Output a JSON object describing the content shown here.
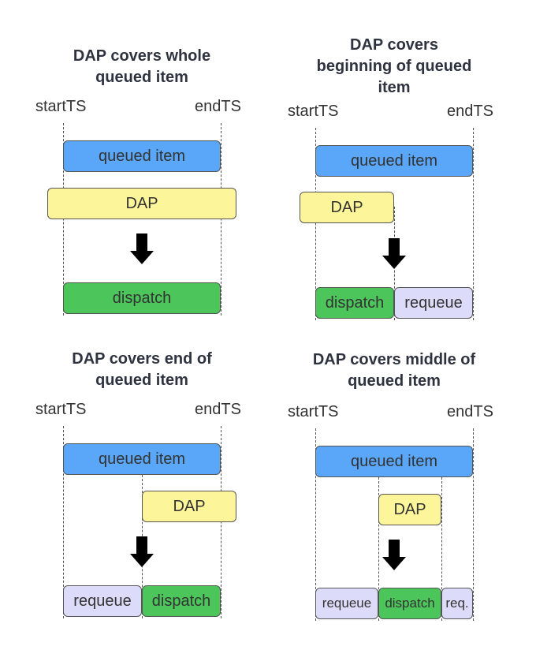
{
  "labels": {
    "start": "startTS",
    "end": "endTS",
    "queued": "queued item",
    "dap": "DAP",
    "dispatch": "dispatch",
    "requeue": "requeue",
    "req_short": "req."
  },
  "panels": [
    {
      "title": "DAP covers whole\nqueued item"
    },
    {
      "title": "DAP covers\nbeginning of queued\nitem"
    },
    {
      "title": "DAP covers end of\nqueued item"
    },
    {
      "title": "DAP covers middle of\nqueued item"
    }
  ],
  "colors": {
    "queued": "#5aa6f8",
    "dap": "#fdf59a",
    "dispatch": "#4cc55b",
    "requeue": "#dcdcfa",
    "arrow": "#000000"
  },
  "icons": {
    "arrow": "arrow-down-icon"
  }
}
